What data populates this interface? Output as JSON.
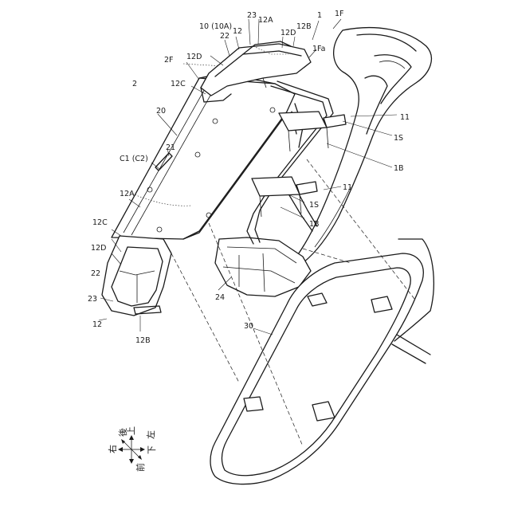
{
  "figure": {
    "references": {
      "r1": "1",
      "r1F": "1F",
      "r1Fa": "1Fa",
      "r2": "2",
      "r2F": "2F",
      "r10": "10 (10A)",
      "r11a": "11",
      "r11b": "11",
      "r12top": "12",
      "r12bottom": "12",
      "r12A_top": "12A",
      "r12A_mid": "12A",
      "r12B_top": "12B",
      "r12B_bottom": "12B",
      "r12C_top": "12C",
      "r12C_bottom": "12C",
      "r12D_top": "12D",
      "r12D_top2": "12D",
      "r12D_bottom": "12D",
      "r1S_a": "1S",
      "r1S_b": "1S",
      "r1B_a": "1B",
      "r1B_b": "1B",
      "r20": "20",
      "r21": "21",
      "r22_top": "22",
      "r22_bottom": "22",
      "r23_top": "23",
      "r23_bottom": "23",
      "r24": "24",
      "r30": "30",
      "rC1": "C1 (C2)"
    },
    "direction": {
      "up": "上",
      "down": "下",
      "front": "前",
      "rear": "後",
      "right": "右",
      "left": "左"
    }
  }
}
